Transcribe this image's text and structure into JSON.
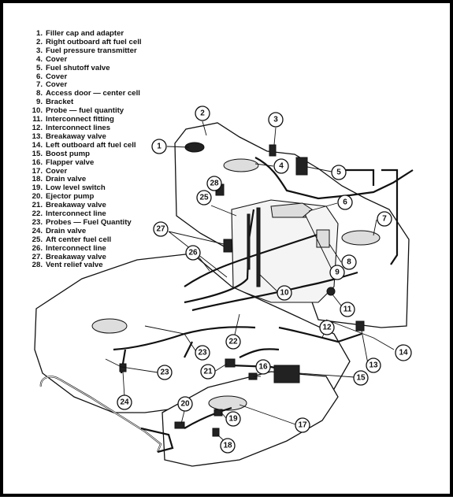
{
  "legend": [
    {
      "num": "1.",
      "label": "Filler cap and adapter"
    },
    {
      "num": "2.",
      "label": "Right outboard aft fuel cell"
    },
    {
      "num": "3.",
      "label": "Fuel pressure transmitter"
    },
    {
      "num": "4.",
      "label": "Cover"
    },
    {
      "num": "5.",
      "label": "Fuel shutoff valve"
    },
    {
      "num": "6.",
      "label": "Cover"
    },
    {
      "num": "7.",
      "label": "Cover"
    },
    {
      "num": "8.",
      "label": "Access door — center cell"
    },
    {
      "num": "9.",
      "label": "Bracket"
    },
    {
      "num": "10.",
      "label": "Probe — fuel quantity"
    },
    {
      "num": "11.",
      "label": "Interconnect fitting"
    },
    {
      "num": "12.",
      "label": "Interconnect lines"
    },
    {
      "num": "13.",
      "label": "Breakaway valve"
    },
    {
      "num": "14.",
      "label": "Left outboard aft fuel cell"
    },
    {
      "num": "15.",
      "label": "Boost pump"
    },
    {
      "num": "16.",
      "label": "Flapper valve"
    },
    {
      "num": "17.",
      "label": "Cover"
    },
    {
      "num": "18.",
      "label": "Drain valve"
    },
    {
      "num": "19.",
      "label": "Low level switch"
    },
    {
      "num": "20.",
      "label": "Ejector pump"
    },
    {
      "num": "21.",
      "label": "Breakaway valve"
    },
    {
      "num": "22.",
      "label": "Interconnect line"
    },
    {
      "num": "23.",
      "label": "Probes — Fuel Quantity"
    },
    {
      "num": "24.",
      "label": "Drain valve"
    },
    {
      "num": "25.",
      "label": "Aft center fuel cell"
    },
    {
      "num": "26.",
      "label": "Interconnect line"
    },
    {
      "num": "27.",
      "label": "Breakaway valve"
    },
    {
      "num": "28.",
      "label": "Vent relief valve"
    }
  ],
  "callouts": [
    "1",
    "2",
    "3",
    "4",
    "5",
    "6",
    "7",
    "8",
    "9",
    "10",
    "11",
    "12",
    "13",
    "14",
    "15",
    "16",
    "17",
    "18",
    "19",
    "20",
    "21",
    "22",
    "23",
    "24",
    "25",
    "26",
    "27",
    "28"
  ]
}
